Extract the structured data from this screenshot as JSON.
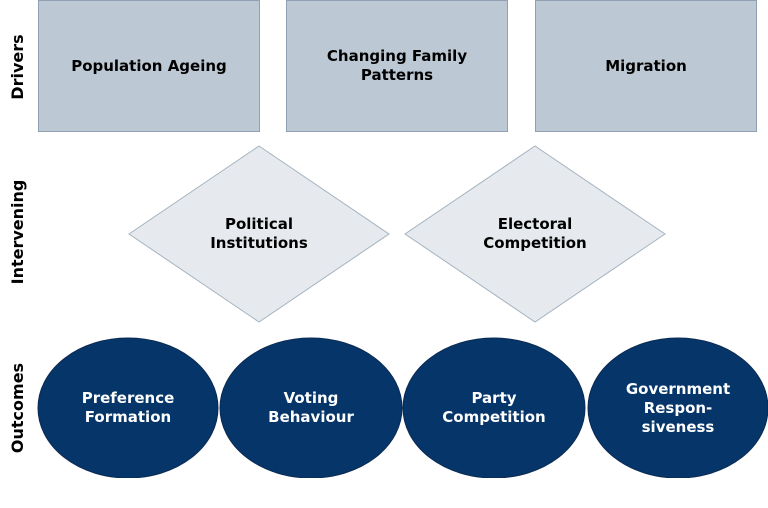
{
  "colors": {
    "driver_fill": "#bcc8d3",
    "driver_stroke": "#8fa1b2",
    "intervening_fill": "#e6eaee",
    "intervening_stroke": "#a5b3c0",
    "outcome_fill": "#06356a",
    "outcome_stroke": "#0b2a52"
  },
  "rows": {
    "drivers": "Drivers",
    "intervening": "Intervening",
    "outcomes": "Outcomes"
  },
  "drivers": [
    {
      "label": "Population Ageing"
    },
    {
      "label": "Changing Family\nPatterns"
    },
    {
      "label": "Migration"
    }
  ],
  "intervening": [
    {
      "label": "Political\nInstitutions"
    },
    {
      "label": "Electoral\nCompetition"
    }
  ],
  "outcomes": [
    {
      "label": "Preference\nFormation"
    },
    {
      "label": "Voting\nBehaviour"
    },
    {
      "label": "Party\nCompetition"
    },
    {
      "label": "Government\nRespon-\nsiveness"
    }
  ]
}
